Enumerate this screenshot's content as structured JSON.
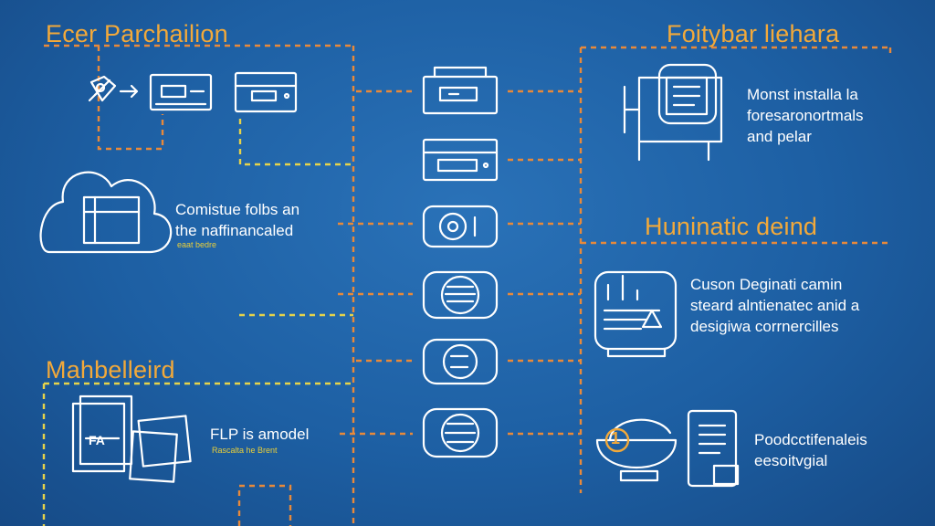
{
  "sections": {
    "top_left": {
      "heading": "Ecer Parchailion"
    },
    "top_right": {
      "heading": "Foitybar liehara",
      "text": "Monst installa la\nforesaronortmals\nand pelar"
    },
    "middle_left": {
      "text": "Comistue folbs an\nthe naffinancaled",
      "caption": "eaat bedre"
    },
    "middle_right": {
      "heading": "Huninatic deind",
      "text": "Cuson Deginati camin\nsteard alntienatec anid a\ndesigiwa corrnercilles"
    },
    "bottom_left": {
      "heading": "Mahbelleird",
      "text": "FLP is amodel",
      "caption": "Rascalta he Brent",
      "badge": "FA"
    },
    "bottom_right": {
      "text": "Poodcctifenaleis\neesoitvgial",
      "badge": "1"
    }
  },
  "colors": {
    "background": "#1d5fa3",
    "heading": "#f2a93a",
    "connector_orange": "#e8893a",
    "connector_yellow": "#e6d34a",
    "icon_stroke": "#ffffff"
  },
  "icons": [
    "satellite-icon",
    "arrow-right-icon",
    "circuit-board-icon",
    "server-icon",
    "cloud-icon",
    "document-stack-icon",
    "printer-icon",
    "hard-drive-icon",
    "disk-icon",
    "coil-icon",
    "circle-logo-icon",
    "machine-icon",
    "lab-equipment-icon",
    "bowl-device-icon",
    "tablet-icon"
  ]
}
